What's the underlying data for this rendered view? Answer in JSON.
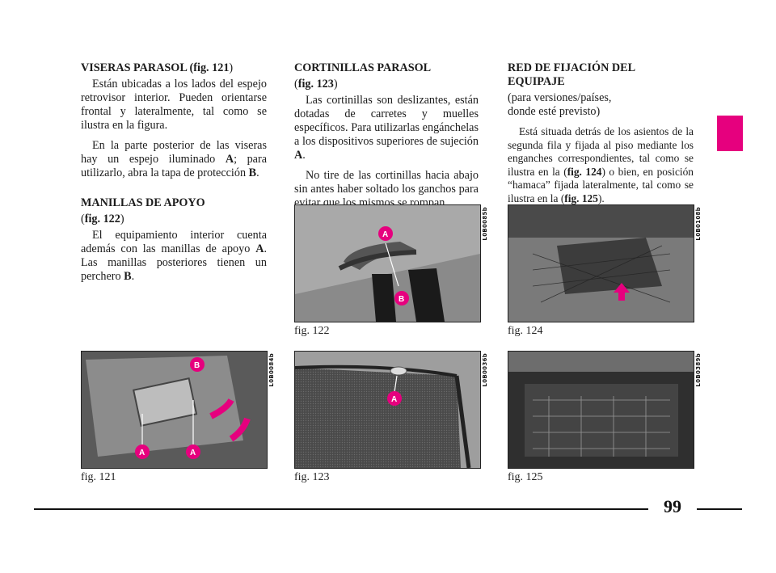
{
  "col1": {
    "h1": "VISERAS PARASOL (",
    "h1_ref": "fig. 121",
    "h1_end": ")",
    "p1": "Están ubicadas a los lados del espejo retrovisor interior. Pueden orientarse frontal y lateralmente, tal como se ilustra en la figura.",
    "p2_a": "En la parte posterior de las viseras hay un espejo iluminado ",
    "p2_b": "A",
    "p2_c": "; para utilizarlo, abra la tapa de protección ",
    "p2_d": "B",
    "p2_e": ".",
    "h2": "MANILLAS DE APOYO",
    "h2_ref_open": "(",
    "h2_ref": "fig. 122",
    "h2_ref_close": ")",
    "p3_a": "El equipamiento interior cuenta además con las manillas de apoyo ",
    "p3_b": "A",
    "p3_c": ". Las manillas posteriores tienen un perchero ",
    "p3_d": "B",
    "p3_e": "."
  },
  "col2": {
    "h1": "CORTINILLAS PARASOL",
    "h1_ref_open": "(",
    "h1_ref": "fig. 123",
    "h1_ref_close": ")",
    "p1_a": "Las cortinillas son deslizantes, están dotadas de carretes y muelles específicos. Para utilizarlas engánchelas a los dispositivos superiores de sujeción ",
    "p1_b": "A",
    "p1_c": ".",
    "p2": "No tire de las cortinillas hacia abajo sin antes haber soltado los ganchos para evitar que los mismos se rompan."
  },
  "col3": {
    "h1_line1": "RED DE FIJACIÓN DEL",
    "h1_line2": "EQUIPAJE",
    "sub_line1": "(para versiones/países,",
    "sub_line2": "donde esté previsto)",
    "p1_a": "Está situada detrás de los asientos de la segunda fila y fijada al piso mediante los enganches correspondientes, tal como se ilustra en la (",
    "p1_b": "fig. 124",
    "p1_c": ") o bien, en posición “hamaca” fijada lateralmente, tal como se ilustra en la (",
    "p1_d": "fig. 125",
    "p1_e": ")."
  },
  "figures": {
    "fig121": {
      "caption": "fig. 121",
      "code": "L0B0084b",
      "labels": [
        "B",
        "A",
        "A"
      ]
    },
    "fig122": {
      "caption": "fig. 122",
      "code": "L0B0085b",
      "labels": [
        "A",
        "B"
      ]
    },
    "fig123": {
      "caption": "fig. 123",
      "code": "L0B0036b",
      "labels": [
        "A"
      ]
    },
    "fig124": {
      "caption": "fig. 124",
      "code": "L0B0108b"
    },
    "fig125": {
      "caption": "fig. 125",
      "code": "L0B0389b"
    }
  },
  "page_number": "99",
  "colors": {
    "section_tab": "#e6007e",
    "label_pink": "#e6007e"
  }
}
